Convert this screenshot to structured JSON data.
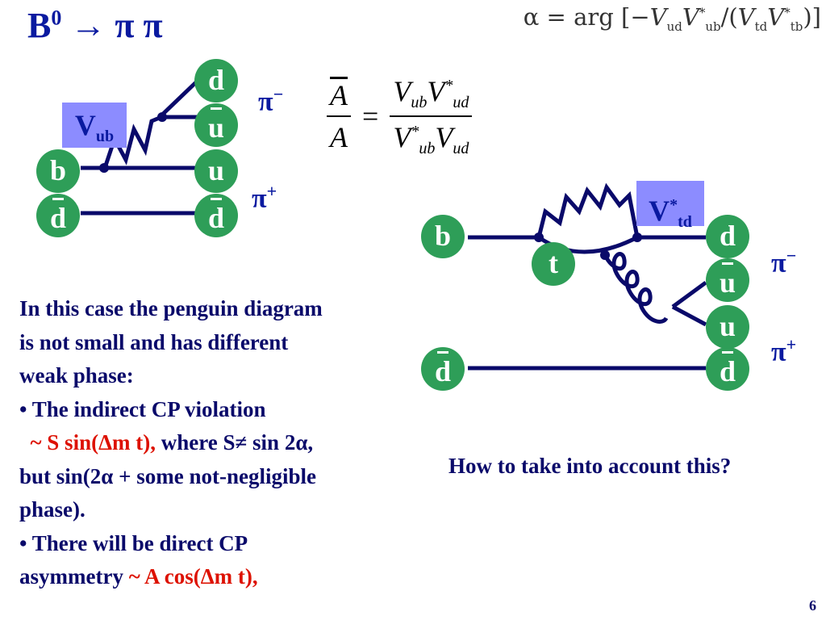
{
  "title": {
    "main": "B",
    "sup": "0",
    "rest": " → π π"
  },
  "alpha_formula": {
    "lhs": "α = arg",
    "v1": "V",
    "v1_sub": "ud",
    "v2": "V",
    "v2_sup": "*",
    "v2_sub": "ub",
    "v3": "V",
    "v3_sub": "td",
    "v4": "V",
    "v4_sup": "*",
    "v4_sub": "tb"
  },
  "tree_diagram": {
    "quarks": {
      "d_top": "d",
      "u_bar": "u",
      "u": "u",
      "d_bar_right": "d",
      "b": "b",
      "d_bar_left": "d"
    },
    "vertex": {
      "base": "V",
      "sub": "ub"
    },
    "mesons": {
      "pi_minus": "π",
      "pi_minus_sup": "−",
      "pi_plus": "π",
      "pi_plus_sup": "+"
    }
  },
  "ratio_formula": {
    "num_a": "A",
    "den_a": "A",
    "eq": "=",
    "num": {
      "v1": "V",
      "v1_sub": "ub",
      "v2": "V",
      "v2_sup": "*",
      "v2_sub": "ud"
    },
    "den": {
      "v1": "V",
      "v1_sup": "*",
      "v1_sub": "ub",
      "v2": "V",
      "v2_sub": "ud"
    }
  },
  "penguin_diagram": {
    "quarks": {
      "b": "b",
      "t": "t",
      "d_top": "d",
      "u_bar": "u",
      "u": "u",
      "d_bar_left": "d",
      "d_bar_right": "d"
    },
    "vertex": {
      "base": "V",
      "sup": "*",
      "sub": "td"
    },
    "mesons": {
      "pi_minus": "π",
      "pi_minus_sup": "−",
      "pi_plus": "π",
      "pi_plus_sup": "+"
    }
  },
  "body": {
    "line1": "In this case the penguin diagram",
    "line2": "is not small and has different",
    "line3": "weak phase:",
    "bullet1_a": "• The indirect CP violation",
    "bullet1_red": "~ S sin(Δm t),",
    "bullet1_b": " where S≠ sin 2α,",
    "bullet1_c": "but sin(2α + some not-negligible",
    "bullet1_d": "phase).",
    "bullet2_a": "• There will be direct CP",
    "bullet2_b": "asymmetry ",
    "bullet2_red": "~ A cos(Δm t),"
  },
  "question": "How to take into account this?",
  "page_number": "6",
  "colors": {
    "quark_green": "#2e9e58",
    "vertex_box": "#8c8cff",
    "title_blue": "#0a1aa0",
    "text_navy": "#0a0a6a",
    "highlight_red": "#dd1100"
  }
}
